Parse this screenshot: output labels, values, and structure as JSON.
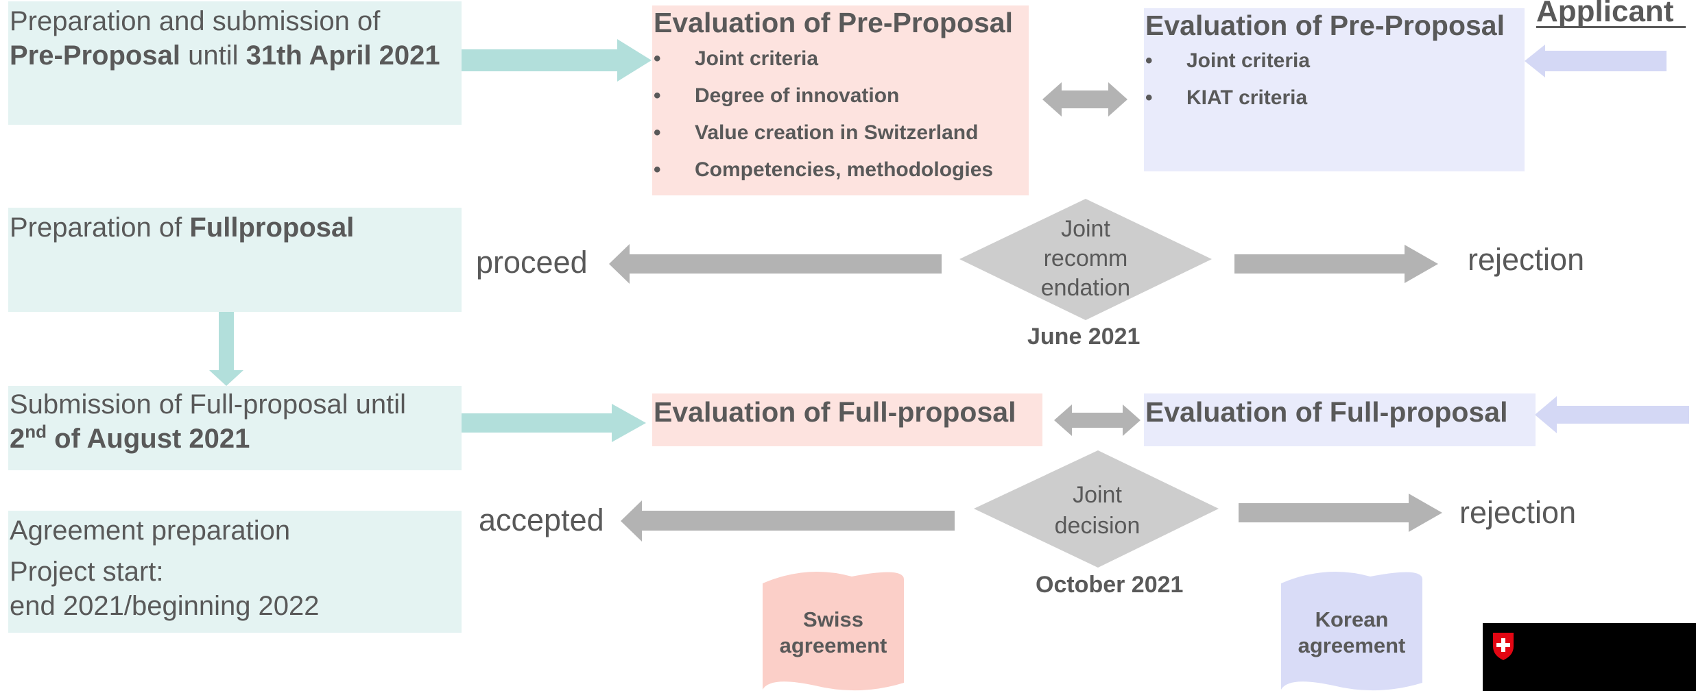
{
  "colors": {
    "teal_box": "#e4f3f2",
    "teal_arrow": "#b2dfdb",
    "pink_box": "#fde3df",
    "pink_doc": "#fbcfc8",
    "lavender_box": "#e9ebfb",
    "lavender_arrow": "#d4d8f5",
    "lavender_doc": "#d9dcf7",
    "gray_arrow": "#b3b3b3",
    "gray_diamond": "#cdcdcd",
    "text": "#595959"
  },
  "applicant_label": "Applicant",
  "left_column": {
    "step1": {
      "line1": "Preparation and submission of",
      "bold1": "Pre-Proposal",
      "mid1": " until ",
      "bold2": "31th April 2021"
    },
    "step2": {
      "prefix": "Preparation of ",
      "bold": "Fullproposal"
    },
    "step3": {
      "line1": "Submission of Full-proposal until",
      "bold_num": "2",
      "sup": "nd",
      "bold_rest": " of August 2021"
    },
    "step4": {
      "line1": "Agreement preparation",
      "line2": "Project start:",
      "line3": "end 2021/beginning 2022"
    }
  },
  "swiss_preproposal": {
    "title": "Evaluation of Pre-Proposal",
    "bullet_glyph": "•",
    "criteria": [
      "Joint criteria",
      "Degree of innovation",
      "Value creation in Switzerland",
      "Competencies, methodologies"
    ]
  },
  "korean_preproposal": {
    "title": "Evaluation of Pre-Proposal",
    "bullet_glyph": "•",
    "criteria": [
      "Joint criteria",
      "KIAT criteria"
    ]
  },
  "recommendation": {
    "diamond_lines": [
      "Joint",
      "recomm",
      "endation"
    ],
    "date": "June 2021",
    "left_outcome": "proceed",
    "right_outcome": "rejection"
  },
  "swiss_fullproposal": {
    "title": "Evaluation of Full-proposal"
  },
  "korean_fullproposal": {
    "title": "Evaluation of Full-proposal"
  },
  "decision": {
    "diamond_lines": [
      "Joint",
      "decision"
    ],
    "date": "October 2021",
    "left_outcome": "accepted",
    "right_outcome": "rejection"
  },
  "agreements": {
    "swiss": [
      "Swiss",
      "agreement"
    ],
    "korean": [
      "Korean",
      "agreement"
    ]
  }
}
